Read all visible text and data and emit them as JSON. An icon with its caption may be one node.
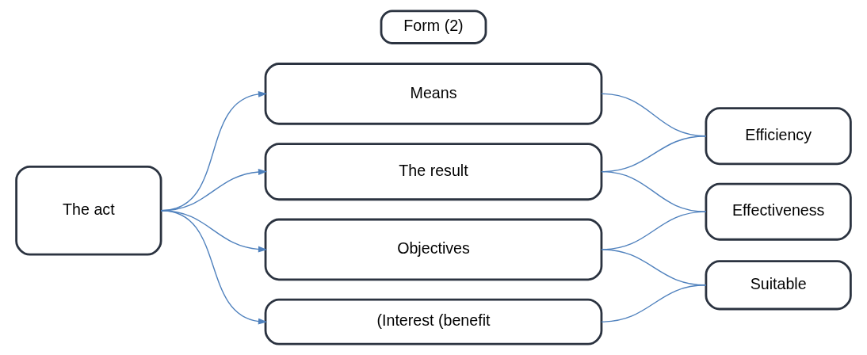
{
  "diagram": {
    "nodes": [
      {
        "text": [
          "Form (2)"
        ]
      },
      {
        "text": [
          "The act"
        ]
      },
      {
        "text": [
          "Means"
        ]
      },
      {
        "text": [
          "The result"
        ]
      },
      {
        "text": [
          "Objectives"
        ]
      },
      {
        "text": [
          "(Interest (benefit"
        ]
      },
      {
        "text": [
          "Efficiency"
        ]
      },
      {
        "text": [
          "Effectiveness"
        ]
      },
      {
        "text": [
          "Suitable"
        ]
      }
    ],
    "edges": [
      {
        "from": 1,
        "to": 2,
        "arrow": "to"
      },
      {
        "from": 1,
        "to": 3,
        "arrow": "to"
      },
      {
        "from": 1,
        "to": 4,
        "arrow": "to"
      },
      {
        "from": 1,
        "to": 5,
        "arrow": "to"
      },
      {
        "from": 2,
        "to": 6,
        "arrow": "none"
      },
      {
        "from": 3,
        "to": 6,
        "arrow": "none"
      },
      {
        "from": 3,
        "to": 7,
        "arrow": "none"
      },
      {
        "from": 4,
        "to": 7,
        "arrow": "none"
      },
      {
        "from": 4,
        "to": 8,
        "arrow": "none"
      },
      {
        "from": 5,
        "to": 8,
        "arrow": "none"
      }
    ]
  }
}
